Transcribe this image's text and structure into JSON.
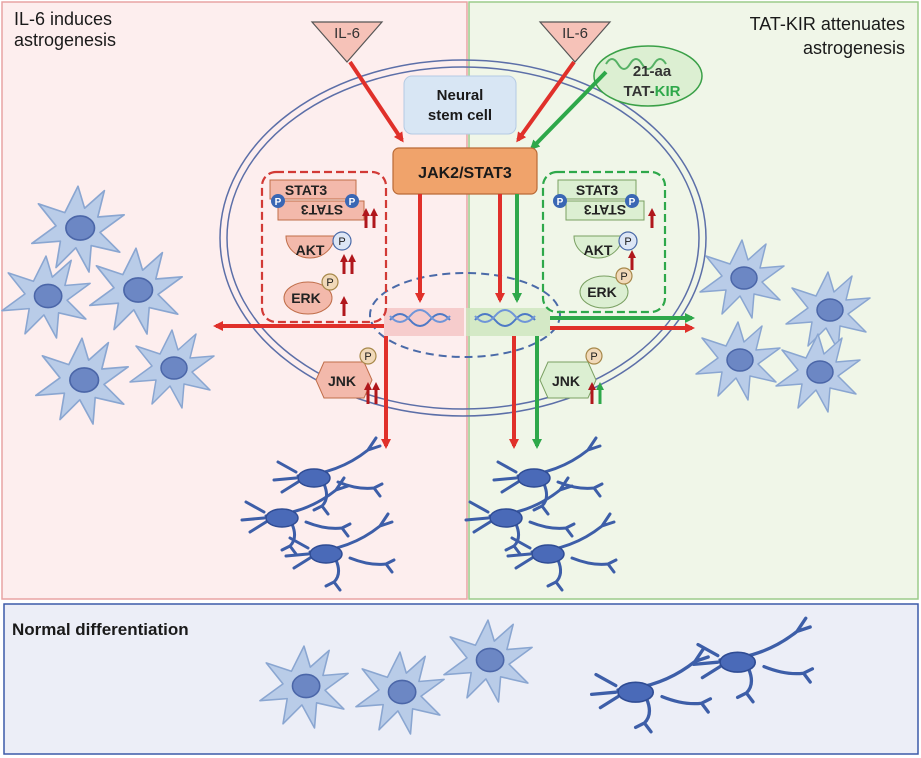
{
  "panels": {
    "left": {
      "title_line1": "IL-6 induces",
      "title_line2": "astrogenesis"
    },
    "right": {
      "title_line1": "TAT-KIR attenuates",
      "title_line2": "astrogenesis"
    },
    "bottom": {
      "title": "Normal differentiation"
    }
  },
  "labels": {
    "il6_left": "IL-6",
    "il6_right": "IL-6",
    "stem_cell_line1": "Neural",
    "stem_cell_line2": "stem cell",
    "jak_stat": "JAK2/STAT3",
    "tatkir_line1": "21-aa",
    "tatkir_tat": "TAT-",
    "tatkir_kir": "KIR",
    "stat3": "STAT3",
    "stat3_flipped": "STAT3",
    "akt": "AKT",
    "erk": "ERK",
    "jnk": "JNK",
    "p": "P"
  },
  "colors": {
    "left_bg": "#fdeeee",
    "right_bg": "#eef5e6",
    "bottom_bg": "#eceef6",
    "red": "#e0302a",
    "dark_red": "#b0171c",
    "green": "#2ea84a",
    "jak_fill": "#f0a36b",
    "astro_light": "#b4c8e6",
    "neuron_blue": "#3d5ea8"
  }
}
